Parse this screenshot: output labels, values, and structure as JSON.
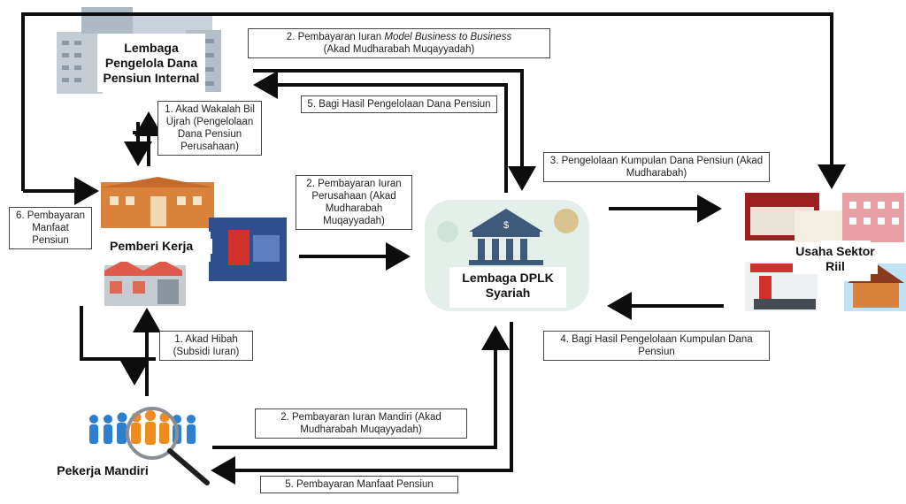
{
  "entities": {
    "lembaga_pengelola": "Lembaga Pengelola Dana Pensiun Internal",
    "pemberi_kerja": "Pemberi Kerja",
    "dplk": "Lembaga DPLK Syariah",
    "usaha": "Usaha Sektor Riil",
    "pekerja": "Pekerja Mandiri"
  },
  "flows": {
    "f2_top_a": "2. Pembayaran Iuran ",
    "f2_top_em": "Model Business to Business",
    "f2_top_b": "(Akad Mudharabah Muqayyadah)",
    "f5_top": "5. Bagi Hasil Pengelolaan Dana Pensiun",
    "f1_wakalah": "1. Akad Wakalah Bil Ujrah (Pengelolaan Dana Pensiun Perusahaan)",
    "f2_mid": "2. Pembayaran Iuran Perusahaan (Akad Mudharabah Muqayyadah)",
    "f3": "3. Pengelolaan Kumpulan Dana  Pensiun (Akad Mudharabah)",
    "f6": "6. Pembayaran Manfaat Pensiun",
    "f1_hibah": "1. Akad Hibah (Subsidi Iuran)",
    "f4": "4. Bagi Hasil Pengelolaan Kumpulan Dana Pensiun",
    "f2_bottom": "2. Pembayaran Iuran Mandiri (Akad Mudharabah Muqayyadah)",
    "f5_bottom": "5. Pembayaran Manfaat Pensiun"
  },
  "colors": {
    "arrow": "#0d0d0d",
    "building_gray": "#b9c2cc",
    "building_orange": "#d9823b",
    "people_blue": "#2f7fd1",
    "people_orange": "#f08c1e",
    "bank_bg": "#e4efea",
    "bank_blue": "#3d5a7a"
  }
}
